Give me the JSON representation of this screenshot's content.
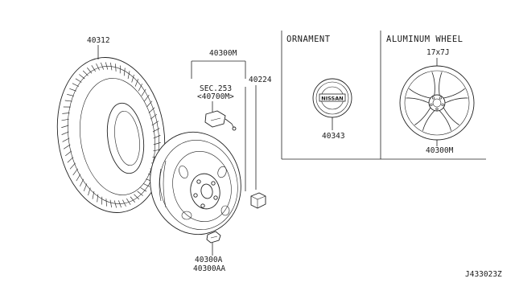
{
  "labels": {
    "tire": "40312",
    "steel_wheel_assembly": "40300M",
    "valve_sec": "SEC.253",
    "valve_sub": "<40700M>",
    "valve_part": "40224",
    "balance_weight_1": "40300A",
    "balance_weight_2": "40300AA",
    "ornament_part": "40343",
    "aluminum_size": "17x7J",
    "aluminum_part": "40300M",
    "diagram_id": "J433023Z"
  },
  "panels": {
    "ornament_title": "ORNAMENT",
    "aluminum_title": "ALUMINUM WHEEL"
  },
  "ornament_badge_text": "NISSAN"
}
